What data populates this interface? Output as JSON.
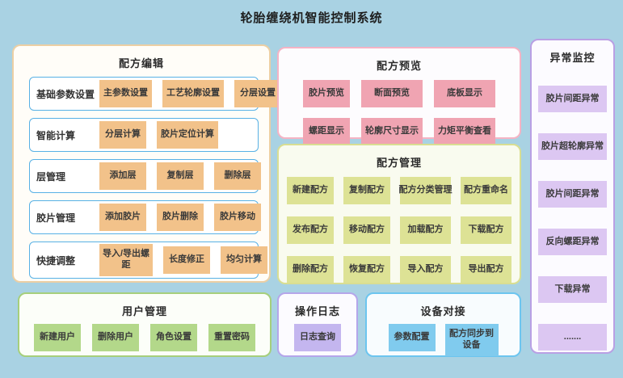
{
  "title": "轮胎缠绕机智能控制系统",
  "colors": {
    "page_background": "#a9d2e3",
    "edit_accent": "#f2c28a",
    "preview_accent": "#f0a4b2",
    "manage_accent": "#dde295",
    "exception_accent": "#dcc7f2",
    "user_accent": "#b3d88a",
    "log_accent": "#c4b6ef",
    "device_accent": "#80cbee",
    "row_box_border": "#58b1e5"
  },
  "recipe_edit": {
    "title": "配方编辑",
    "rows": [
      {
        "label": "基础参数设置",
        "buttons": [
          "主参数设置",
          "工艺轮廓设置",
          "分层设置"
        ]
      },
      {
        "label": "智能计算",
        "buttons": [
          "分层计算",
          "胶片定位计算"
        ]
      },
      {
        "label": "层管理",
        "buttons": [
          "添加层",
          "复制层",
          "删除层"
        ]
      },
      {
        "label": "胶片管理",
        "buttons": [
          "添加胶片",
          "胶片删除",
          "胶片移动"
        ]
      },
      {
        "label": "快捷调整",
        "buttons": [
          "导入/导出螺距",
          "长度修正",
          "均匀计算"
        ]
      }
    ]
  },
  "recipe_preview": {
    "title": "配方预览",
    "buttons": [
      "胶片预览",
      "断面预览",
      "底板显示",
      "螺距显示",
      "轮廓尺寸显示",
      "力矩平衡查看"
    ]
  },
  "recipe_manage": {
    "title": "配方管理",
    "buttons": [
      "新建配方",
      "复制配方",
      "配方分类管理",
      "配方重命名",
      "发布配方",
      "移动配方",
      "加载配方",
      "下载配方",
      "删除配方",
      "恢复配方",
      "导入配方",
      "导出配方"
    ]
  },
  "exception_monitor": {
    "title": "异常监控",
    "buttons": [
      "胶片间距异常",
      "胶片超轮廓异常",
      "胶片间距异常",
      "反向螺距异常",
      "下载异常",
      "......."
    ]
  },
  "user_manage": {
    "title": "用户管理",
    "buttons": [
      "新建用户",
      "删除用户",
      "角色设置",
      "重置密码"
    ]
  },
  "operation_log": {
    "title": "操作日志",
    "buttons": [
      "日志查询"
    ]
  },
  "device_connect": {
    "title": "设备对接",
    "buttons": [
      "参数配置",
      "配方同步到设备"
    ]
  }
}
